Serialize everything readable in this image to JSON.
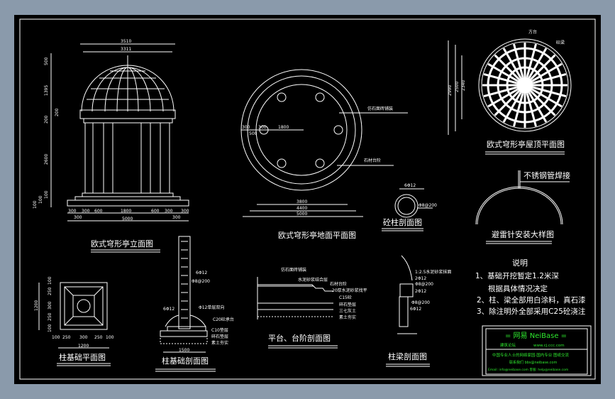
{
  "colors": {
    "background": "#8a9aab",
    "canvas": "#000000",
    "lines": "#ffffff",
    "titleblock_text": "#2ee62e"
  },
  "elevation": {
    "title": "欧式穹形亭立面图",
    "dim_top1": "3510",
    "dim_top2": "3311",
    "dims_left": [
      "500",
      "1395",
      "200",
      "200",
      "2600",
      "100",
      "100",
      "100"
    ],
    "dims_bottom1": [
      "300",
      "300",
      "600",
      "1800",
      "600",
      "300",
      "300"
    ],
    "dims_bottom2": [
      "300",
      "5000",
      "300"
    ]
  },
  "floor_plan": {
    "title": "欧式穹形亭地面平面图",
    "label_paving": "仿石面砖铺装",
    "label_steps": "石材台阶",
    "dim_1800": "1800",
    "dim_300a": "300",
    "dim_300b": "300",
    "dim_500": "500",
    "dims_bottom": [
      "3800",
      "4400",
      "5000"
    ]
  },
  "column_section": {
    "title": "砼柱剖面图",
    "rebar": "6Φ12",
    "stirrup": "Φ8@200"
  },
  "roof_plan": {
    "title": "欧式穹形亭屋顶平面图",
    "label_top": "方台",
    "label_beam": "砼梁",
    "dims": [
      "2990",
      "2500",
      "2340"
    ]
  },
  "lightning": {
    "title": "避雷针安装大样图",
    "label": "不锈钢管焊接"
  },
  "notes": {
    "title": "说明",
    "lines": [
      "1、基础开挖暂定1.2米深",
      "根据具体情况决定",
      "2、柱、梁全部用白涂料，真石漆",
      "3、除注明外全部采用C25砼浇注"
    ]
  },
  "footing_plan": {
    "title": "柱基础平面图",
    "dim_total": "1200",
    "dims_side": [
      "100",
      "250",
      "300",
      "250",
      "100"
    ]
  },
  "footing_section": {
    "title": "柱基础剖面图",
    "labels": [
      "6Φ12",
      "Φ8@200",
      "6Φ12",
      "Φ12单层双向",
      "C20砼承台",
      "C10垫层",
      "碎石垫层",
      "素土夯实"
    ],
    "dim_bottom": "1500"
  },
  "platform_section": {
    "title": "平台、台阶剖面图",
    "labels": [
      "仿石面砖铺装",
      "水泥砂浆结合层",
      "石材台阶",
      "20厚水泥砂浆找平",
      "C15砼",
      "碎石垫层",
      "三七灰土",
      "素土夯实"
    ]
  },
  "beam_section": {
    "title": "柱梁剖面图",
    "labels": [
      "1:2.5水泥砂浆抹面",
      "2Φ12",
      "Φ8@200",
      "2Φ12",
      "Φ8@200",
      "6Φ12"
    ]
  },
  "titleblock": {
    "brand": "= 网易 NeiBase =",
    "site_label": "建筑论坛",
    "site_url": "www.cj.ccc.com",
    "slogan": "中国专业人士的网络家园·国内专业 图纸交流",
    "contact": "联系我们 bbs@neibase.com",
    "email": "Email: info@neibase.com  客服: help@neibase.com"
  }
}
